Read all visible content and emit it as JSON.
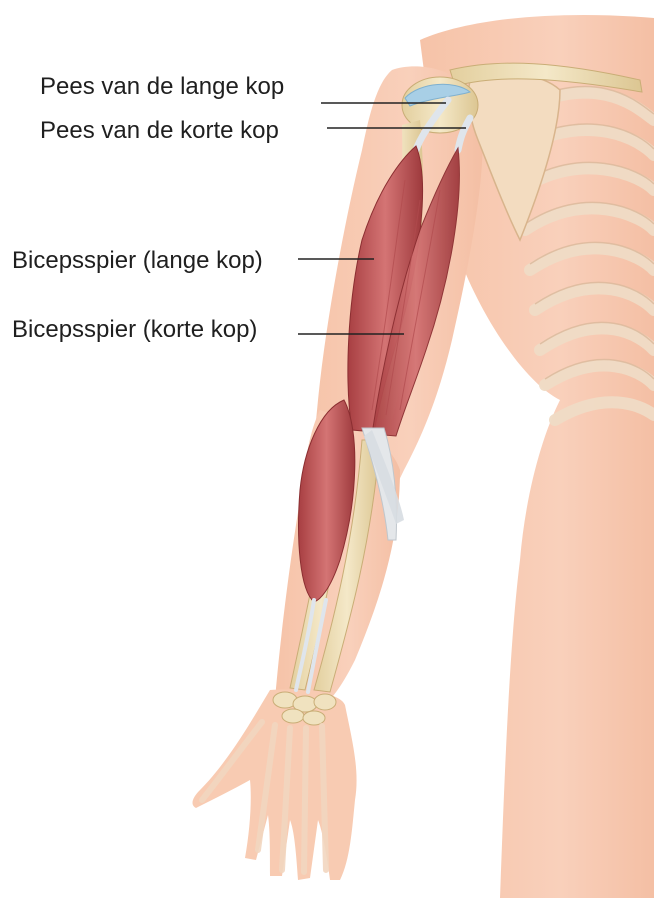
{
  "figure": {
    "labels": [
      "Pees van de lange kop",
      "Pees van de korte kop",
      "Bicepsspier (lange kop)",
      "Bicepsspier (korte kop)"
    ]
  },
  "colors": {
    "skin": "#f8ccb4",
    "skin_shade": "#f2b59a",
    "muscle": "#c45a5a",
    "muscle_dark": "#9c3a3c",
    "bone": "#efe0b8",
    "tendon": "#dde3ea",
    "cartilage": "#a8cfe6",
    "leader_line": "#222222"
  }
}
